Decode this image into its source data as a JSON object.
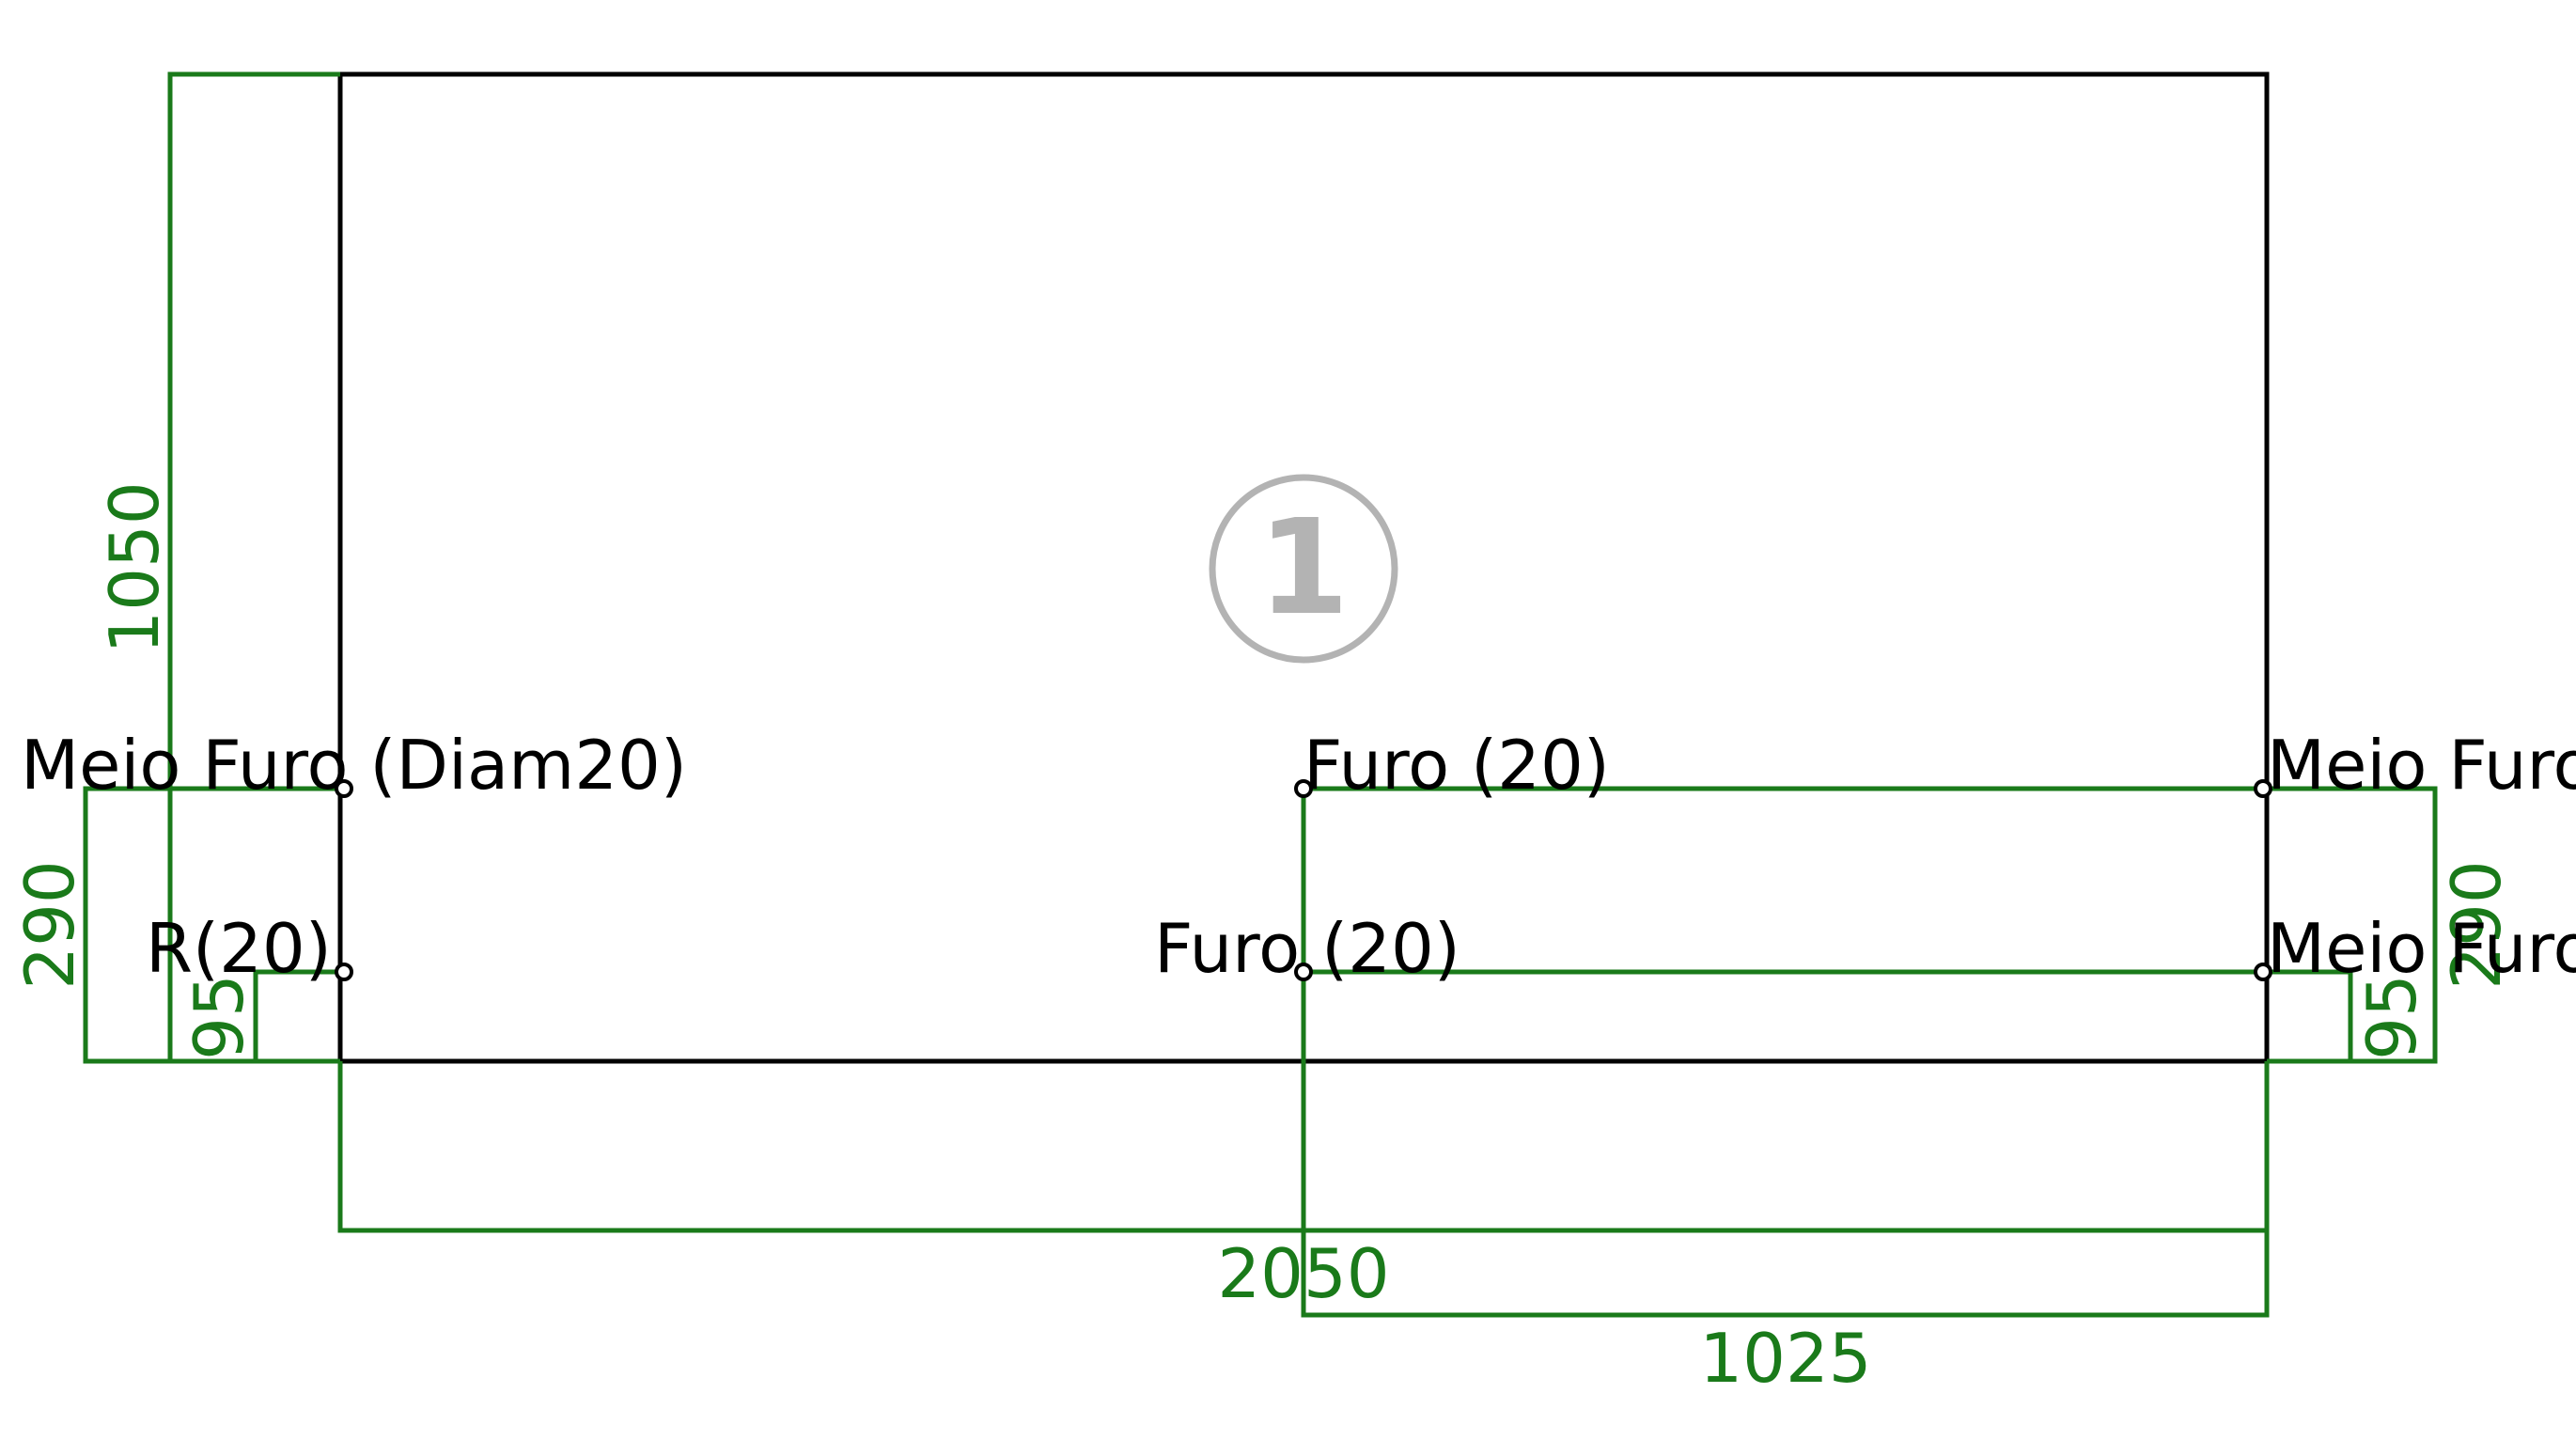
{
  "part": {
    "number": "1"
  },
  "dimensions": {
    "overall_height": "1050",
    "overall_width": "2050",
    "half_width": "1025",
    "left_upper_offset": "290",
    "left_lower_offset": "95",
    "right_upper_offset": "290",
    "right_lower_offset": "95"
  },
  "labels": {
    "left_upper": "Meio Furo (Diam20)",
    "left_lower": "R(20)",
    "center_upper": "Furo (20)",
    "center_lower": "Furo (20)",
    "right_upper": "Meio Furo",
    "right_lower": "Meio Furo"
  },
  "colors": {
    "outline": "#000000",
    "dimension": "#1a7a1a",
    "badge": "#b3b3b3"
  }
}
